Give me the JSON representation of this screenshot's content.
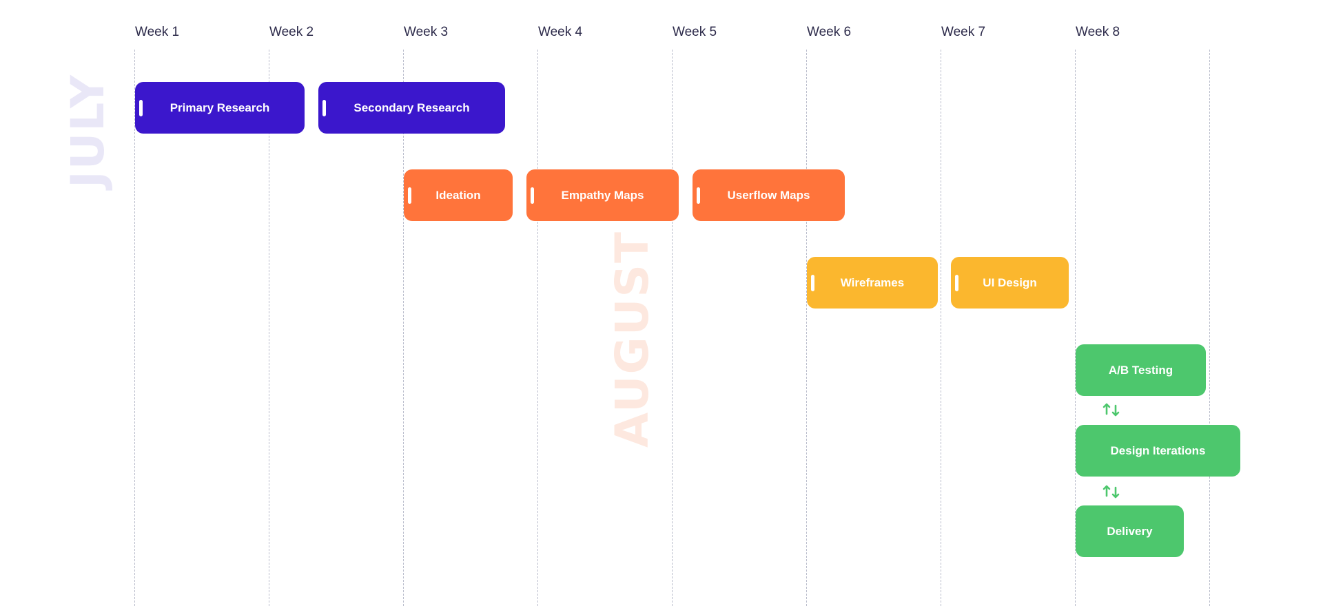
{
  "weeks": [
    "Week 1",
    "Week 2",
    "Week 3",
    "Week 4",
    "Week 5",
    "Week 6",
    "Week 7",
    "Week 8"
  ],
  "months": {
    "july": "JULY",
    "august": "AUGUST"
  },
  "colors": {
    "research": "#3b17cc",
    "ideation": "#ff743b",
    "design": "#fbb72e",
    "testing": "#4dc76d",
    "month_july": "#e9e7f7",
    "month_august": "#fde8df",
    "grid": "#b9bccb",
    "week_text": "#2c2a4a"
  },
  "tasks": [
    {
      "id": "primary-research",
      "label": "Primary Research",
      "phase": "research"
    },
    {
      "id": "secondary-research",
      "label": "Secondary Research",
      "phase": "research"
    },
    {
      "id": "ideation",
      "label": "Ideation",
      "phase": "ideation"
    },
    {
      "id": "empathy-maps",
      "label": "Empathy Maps",
      "phase": "ideation"
    },
    {
      "id": "userflow-maps",
      "label": "Userflow Maps",
      "phase": "ideation"
    },
    {
      "id": "wireframes",
      "label": "Wireframes",
      "phase": "design"
    },
    {
      "id": "ui-design",
      "label": "UI Design",
      "phase": "design"
    },
    {
      "id": "ab-testing",
      "label": "A/B Testing",
      "phase": "testing"
    },
    {
      "id": "design-iterations",
      "label": "Design Iterations",
      "phase": "testing"
    },
    {
      "id": "delivery",
      "label": "Delivery",
      "phase": "testing"
    }
  ],
  "icons": {
    "swap": "swap-vertical-icon",
    "handle": "drag-handle-icon"
  }
}
